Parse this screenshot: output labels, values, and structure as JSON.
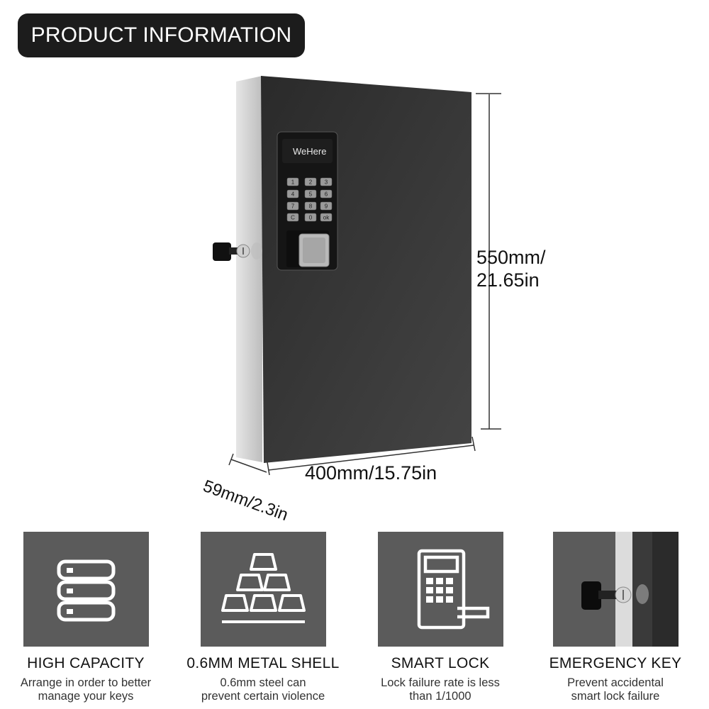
{
  "header": {
    "title": "PRODUCT INFORMATION"
  },
  "product": {
    "brand": "WeHere",
    "keypad_keys": [
      "1",
      "2",
      "3",
      "4",
      "5",
      "6",
      "7",
      "8",
      "9",
      "C",
      "0",
      "ok"
    ],
    "dimensions": {
      "height_line1": "550mm/",
      "height_line2": "21.65in",
      "width": "400mm/15.75in",
      "depth": "59mm/2.3in"
    }
  },
  "features": [
    {
      "title": "HIGH CAPACITY",
      "desc_line1": "Arrange in order to better",
      "desc_line2": "manage your keys",
      "icon": "server-stack-icon"
    },
    {
      "title": "0.6MM METAL SHELL",
      "desc_line1": "0.6mm steel can",
      "desc_line2": "prevent certain violence",
      "icon": "gold-bars-icon"
    },
    {
      "title": "SMART LOCK",
      "desc_line1": "Lock failure rate is less",
      "desc_line2": "than 1/1000",
      "icon": "keypad-lock-icon"
    },
    {
      "title": "EMERGENCY KEY",
      "desc_line1": "Prevent accidental",
      "desc_line2": "smart lock failure",
      "icon": "key-lock-icon"
    }
  ],
  "colors": {
    "header_bg": "#1c1c1c",
    "tile_bg": "#5b5b5b",
    "cabinet": "#2f2f2f"
  }
}
